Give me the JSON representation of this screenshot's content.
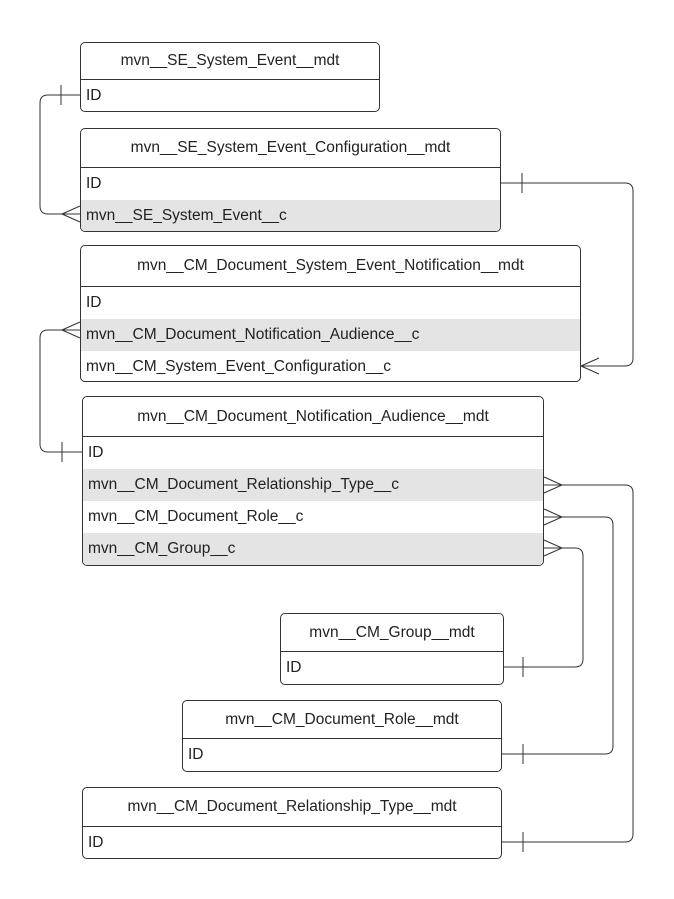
{
  "colors": {
    "stroke": "#333333",
    "shaded_row": "#e4e4e4",
    "background": "#ffffff"
  },
  "entities": {
    "se_system_event": {
      "title": "mvn__SE_System_Event__mdt",
      "fields": [
        "ID"
      ]
    },
    "se_system_event_configuration": {
      "title": "mvn__SE_System_Event_Configuration__mdt",
      "fields": [
        "ID",
        "mvn__SE_System_Event__c"
      ]
    },
    "cm_document_system_event_notification": {
      "title": "mvn__CM_Document_System_Event_Notification__mdt",
      "fields": [
        "ID",
        "mvn__CM_Document_Notification_Audience__c",
        "mvn__CM_System_Event_Configuration__c"
      ]
    },
    "cm_document_notification_audience": {
      "title": "mvn__CM_Document_Notification_Audience__mdt",
      "fields": [
        "ID",
        "mvn__CM_Document_Relationship_Type__c",
        "mvn__CM_Document_Role__c",
        "mvn__CM_Group__c"
      ]
    },
    "cm_group": {
      "title": "mvn__CM_Group__mdt",
      "fields": [
        "ID"
      ]
    },
    "cm_document_role": {
      "title": "mvn__CM_Document_Role__mdt",
      "fields": [
        "ID"
      ]
    },
    "cm_document_relationship_type": {
      "title": "mvn__CM_Document_Relationship_Type__mdt",
      "fields": [
        "ID"
      ]
    }
  },
  "relationships": [
    {
      "from": "se_system_event_configuration.mvn__SE_System_Event__c",
      "to": "se_system_event.ID",
      "from_end": "many",
      "to_end": "one"
    },
    {
      "from": "cm_document_system_event_notification.mvn__CM_System_Event_Configuration__c",
      "to": "se_system_event_configuration.ID",
      "from_end": "many",
      "to_end": "one"
    },
    {
      "from": "cm_document_system_event_notification.mvn__CM_Document_Notification_Audience__c",
      "to": "cm_document_notification_audience.ID",
      "from_end": "many",
      "to_end": "one"
    },
    {
      "from": "cm_document_notification_audience.mvn__CM_Group__c",
      "to": "cm_group.ID",
      "from_end": "many",
      "to_end": "one"
    },
    {
      "from": "cm_document_notification_audience.mvn__CM_Document_Role__c",
      "to": "cm_document_role.ID",
      "from_end": "many",
      "to_end": "one"
    },
    {
      "from": "cm_document_notification_audience.mvn__CM_Document_Relationship_Type__c",
      "to": "cm_document_relationship_type.ID",
      "from_end": "many",
      "to_end": "one"
    }
  ]
}
